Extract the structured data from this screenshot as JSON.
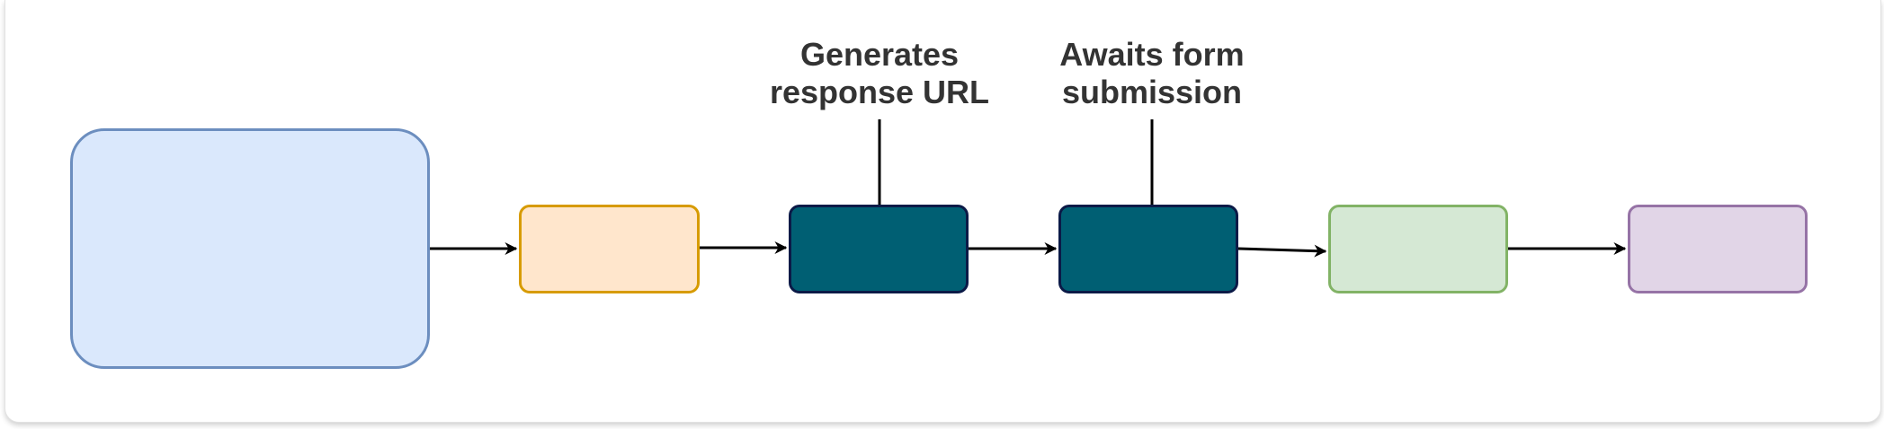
{
  "diagram": {
    "nodes": [
      {
        "id": "n1",
        "fill": "#dae8fc",
        "stroke": "#6c8ebf"
      },
      {
        "id": "n2",
        "fill": "#ffe6cc",
        "stroke": "#d79b00"
      },
      {
        "id": "n3",
        "fill": "#005f73",
        "stroke": "#0b1a47"
      },
      {
        "id": "n4",
        "fill": "#005f73",
        "stroke": "#0b1a47"
      },
      {
        "id": "n5",
        "fill": "#d5e8d4",
        "stroke": "#82b366"
      },
      {
        "id": "n6",
        "fill": "#e1d5e7",
        "stroke": "#9673a6"
      }
    ],
    "edges": [
      {
        "from": "n1",
        "to": "n2"
      },
      {
        "from": "n2",
        "to": "n3"
      },
      {
        "from": "n3",
        "to": "n4"
      },
      {
        "from": "n4",
        "to": "n5"
      },
      {
        "from": "n5",
        "to": "n6"
      }
    ],
    "annotations": [
      {
        "attached_to": "n3",
        "text": "Generates\nresponse URL"
      },
      {
        "attached_to": "n4",
        "text": "Awaits form\nsubmission"
      }
    ],
    "edge_color": "#000000"
  }
}
